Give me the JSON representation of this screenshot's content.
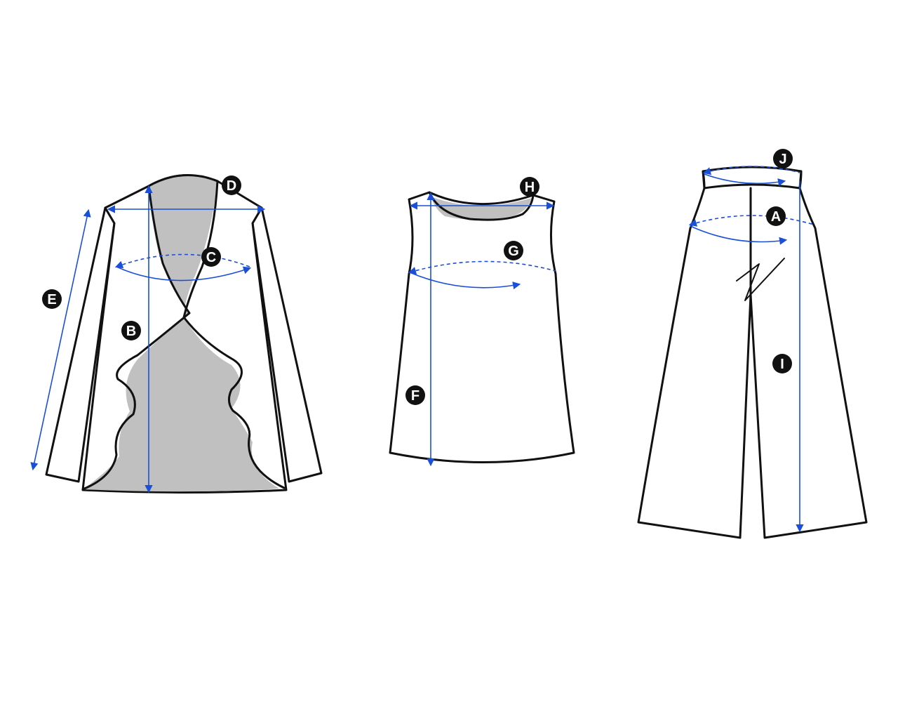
{
  "colors": {
    "measure": "#1a4fd8",
    "lining": "#c0c0c0",
    "outline": "#111111"
  },
  "labels": {
    "a": "A",
    "b": "B",
    "c": "C",
    "d": "D",
    "e": "E",
    "f": "F",
    "g": "G",
    "h": "H",
    "i": "I",
    "j": "J"
  }
}
